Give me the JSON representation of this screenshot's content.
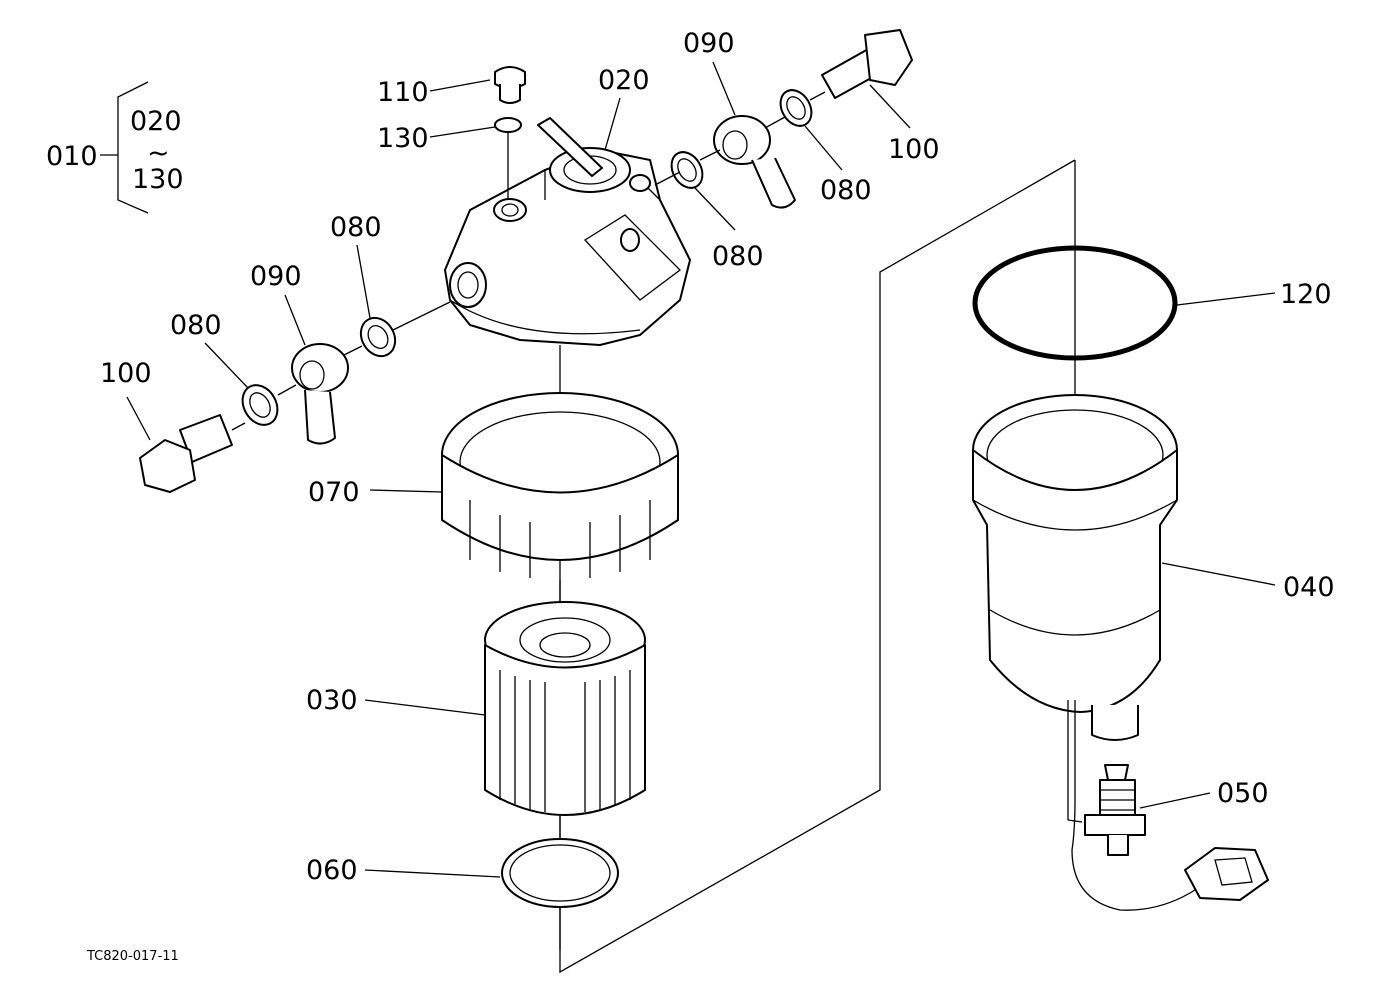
{
  "figure_code": "TC820-017-11",
  "assembly": {
    "label": "010",
    "range_start": "020",
    "range_sep": "~",
    "range_end": "130"
  },
  "callouts": [
    {
      "id": "110",
      "text": "110"
    },
    {
      "id": "130",
      "text": "130"
    },
    {
      "id": "020",
      "text": "020"
    },
    {
      "id": "090-right",
      "text": "090"
    },
    {
      "id": "100-right",
      "text": "100"
    },
    {
      "id": "080-right-outer",
      "text": "080"
    },
    {
      "id": "080-right-inner",
      "text": "080"
    },
    {
      "id": "080-left-upper",
      "text": "080"
    },
    {
      "id": "090-left",
      "text": "090"
    },
    {
      "id": "080-left-lower",
      "text": "080"
    },
    {
      "id": "100-left",
      "text": "100"
    },
    {
      "id": "070",
      "text": "070"
    },
    {
      "id": "030",
      "text": "030"
    },
    {
      "id": "060",
      "text": "060"
    },
    {
      "id": "120",
      "text": "120"
    },
    {
      "id": "040",
      "text": "040"
    },
    {
      "id": "050",
      "text": "050"
    }
  ]
}
